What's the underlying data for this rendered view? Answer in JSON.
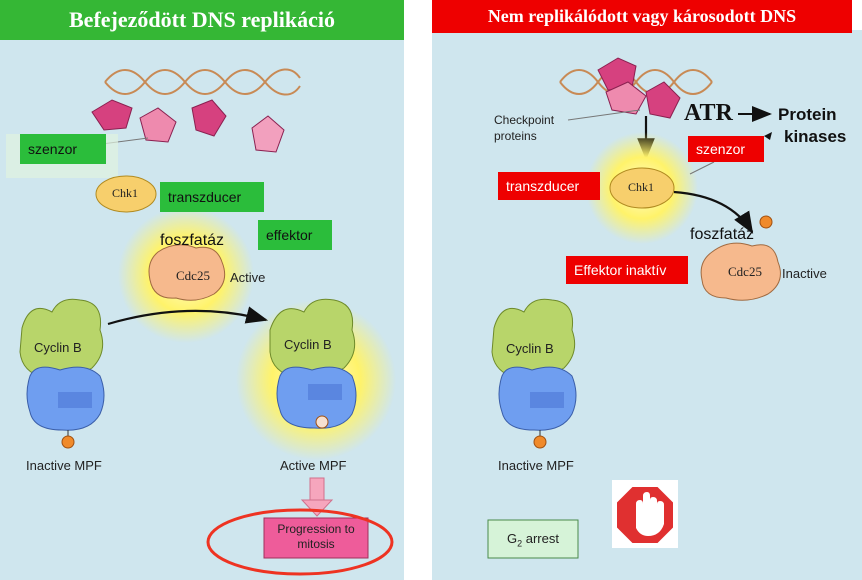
{
  "left": {
    "title": "Befejeződött DNS replikáció",
    "labels": {
      "szenzor": "szenzor",
      "transzducer": "transzducer",
      "effektor": "effektor",
      "foszfataz": "foszfatáz",
      "chk1": "Chk1",
      "cdc25": "Cdc25",
      "cdc25_state": "Active",
      "cyclin_inactive": "Cyclin B",
      "cyclin_active": "Cyclin B",
      "mpf_inactive": "Inactive MPF",
      "mpf_active": "Active MPF",
      "progression_line1": "Progression to",
      "progression_line2": "mitosis"
    }
  },
  "right": {
    "title": "Nem  replikálódott  vagy károsodott DNS",
    "labels": {
      "checkpoint_line1": "Checkpoint",
      "checkpoint_line2": "proteins",
      "atr": "ATR",
      "protein_kinases_line1": "Protein",
      "protein_kinases_line2": "kinases",
      "szenzor": "szenzor",
      "transzducer": "transzducer",
      "chk1": "Chk1",
      "foszfataz": "foszfatáz",
      "effektor_inaktiv": "Effektor inaktív",
      "cdc25": "Cdc25",
      "cdc25_state": "Inactive",
      "cyclin": "Cyclin B",
      "mpf_inactive": "Inactive MPF",
      "g2_arrest_prefix": "G",
      "g2_arrest_sub": "2",
      "g2_arrest_suffix": " arrest"
    }
  },
  "colors": {
    "panel_bg": "#cfe6ee",
    "title_left_bg": "#35b735",
    "title_right_bg": "#ee0000",
    "tag_green": "#2bbd3b",
    "tag_red": "#ee0000",
    "checkpoint_protein": "#d6417f",
    "chk1": "#f7cf6c",
    "cdc25": "#f6b98d",
    "cyclin": "#b8d56a",
    "cdk": "#6f9ef0",
    "phosphate": "#f08a2a",
    "stop_sign": "#e03030"
  }
}
